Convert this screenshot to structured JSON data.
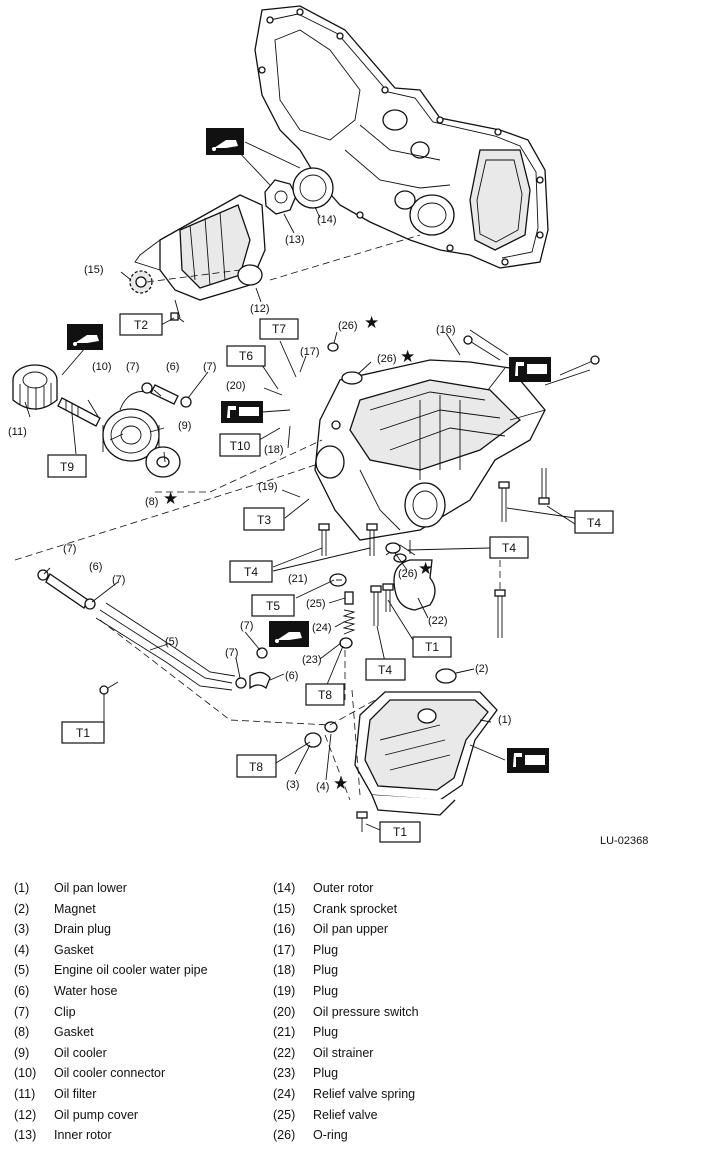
{
  "figure_id": "LU-02368",
  "legend_left": [
    {
      "num": "(1)",
      "name": "Oil pan lower"
    },
    {
      "num": "(2)",
      "name": "Magnet"
    },
    {
      "num": "(3)",
      "name": "Drain plug"
    },
    {
      "num": "(4)",
      "name": "Gasket"
    },
    {
      "num": "(5)",
      "name": "Engine oil cooler water pipe"
    },
    {
      "num": "(6)",
      "name": "Water hose"
    },
    {
      "num": "(7)",
      "name": "Clip"
    },
    {
      "num": "(8)",
      "name": "Gasket"
    },
    {
      "num": "(9)",
      "name": "Oil cooler"
    },
    {
      "num": "(10)",
      "name": "Oil cooler connector"
    },
    {
      "num": "(11)",
      "name": "Oil filter"
    },
    {
      "num": "(12)",
      "name": "Oil pump cover"
    },
    {
      "num": "(13)",
      "name": "Inner rotor"
    }
  ],
  "legend_right": [
    {
      "num": "(14)",
      "name": "Outer rotor"
    },
    {
      "num": "(15)",
      "name": "Crank sprocket"
    },
    {
      "num": "(16)",
      "name": "Oil pan upper"
    },
    {
      "num": "(17)",
      "name": "Plug"
    },
    {
      "num": "(18)",
      "name": "Plug"
    },
    {
      "num": "(19)",
      "name": "Plug"
    },
    {
      "num": "(20)",
      "name": "Oil pressure switch"
    },
    {
      "num": "(21)",
      "name": "Plug"
    },
    {
      "num": "(22)",
      "name": "Oil strainer"
    },
    {
      "num": "(23)",
      "name": "Plug"
    },
    {
      "num": "(24)",
      "name": "Relief valve spring"
    },
    {
      "num": "(25)",
      "name": "Relief valve"
    },
    {
      "num": "(26)",
      "name": "O-ring"
    }
  ],
  "callouts": [
    "(1)",
    "(2)",
    "(3)",
    "(4)",
    "(5)",
    "(6)",
    "(6)",
    "(6)",
    "(7)",
    "(7)",
    "(7)",
    "(7)",
    "(7)",
    "(8)",
    "(9)",
    "(10)",
    "(11)",
    "(12)",
    "(13)",
    "(14)",
    "(15)",
    "(16)",
    "(17)",
    "(18)",
    "(19)",
    "(20)",
    "(21)",
    "(22)",
    "(23)",
    "(24)",
    "(25)",
    "(26)",
    "(26)",
    "(26)"
  ],
  "torque_labels": [
    "T1",
    "T1",
    "T1",
    "T2",
    "T3",
    "T4",
    "T4",
    "T4",
    "T4",
    "T5",
    "T6",
    "T7",
    "T8",
    "T8",
    "T9",
    "T10"
  ],
  "symbols": {
    "star": "★",
    "oil_can_icon": "oil-can-icon",
    "grease_icon": "grease-icon"
  }
}
